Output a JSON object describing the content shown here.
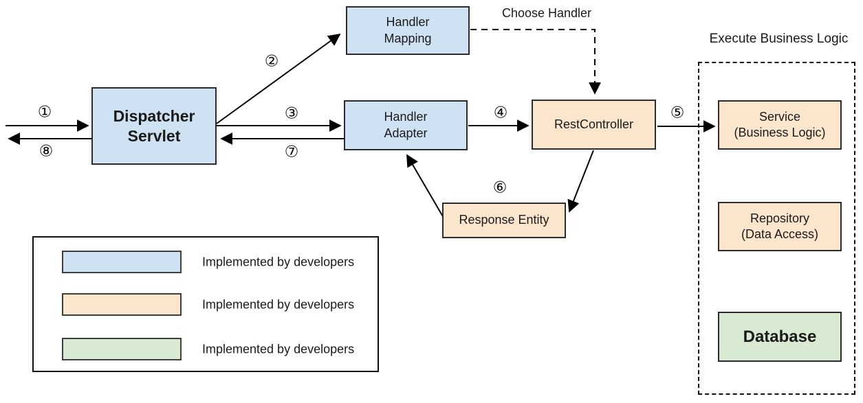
{
  "colors": {
    "developer_blue": "#cfe2f3",
    "developer_orange": "#fce5cd",
    "developer_green": "#d9ead3",
    "box_border": "#2b2b2b",
    "line": "#000000"
  },
  "nodes": {
    "dispatcher_servlet": {
      "label": "Dispatcher\nServlet"
    },
    "handler_mapping": {
      "label": "Handler\nMapping"
    },
    "handler_adapter": {
      "label": "Handler\nAdapter"
    },
    "rest_controller": {
      "label": "RestController"
    },
    "response_entity": {
      "label": "Response Entity"
    },
    "service": {
      "label": "Service\n(Business Logic)"
    },
    "repository": {
      "label": "Repository\n(Data Access)"
    },
    "database": {
      "label": "Database"
    }
  },
  "steps": {
    "s1": "①",
    "s2": "②",
    "s3": "③",
    "s4": "④",
    "s5": "⑤",
    "s6": "⑥",
    "s7": "⑦",
    "s8": "⑧"
  },
  "annotations": {
    "choose_handler": "Choose Handler",
    "execute_business_logic": "Execute Business Logic"
  },
  "legend": {
    "items": [
      {
        "color": "#cfe2f3",
        "label": "Implemented by developers"
      },
      {
        "color": "#fce5cd",
        "label": "Implemented by developers"
      },
      {
        "color": "#d9ead3",
        "label": "Implemented by developers"
      }
    ]
  }
}
